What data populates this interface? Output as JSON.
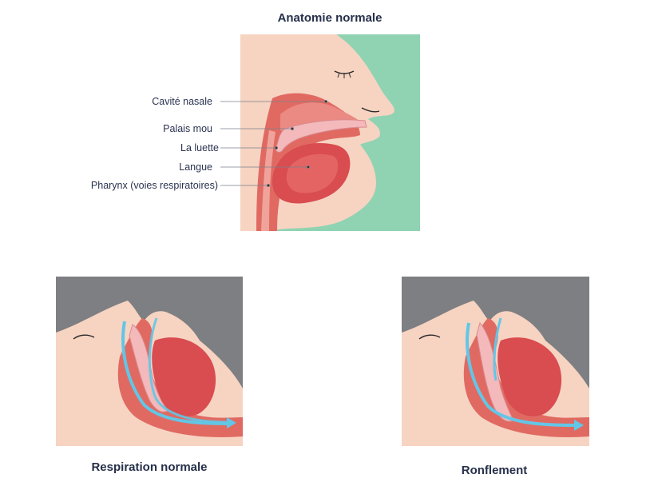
{
  "titles": {
    "top": "Anatomie normale",
    "left": "Respiration normale",
    "right": "Ronflement"
  },
  "labels": [
    {
      "id": "cavite",
      "text": "Cavité nasale"
    },
    {
      "id": "palais",
      "text": "Palais mou"
    },
    {
      "id": "luette",
      "text": "La luette"
    },
    {
      "id": "langue",
      "text": "Langue"
    },
    {
      "id": "pharynx",
      "text": "Pharynx (voies respiratoires)"
    }
  ],
  "colors": {
    "top_background": "#8fd3b2",
    "side_background": "#7d7f82",
    "skin": "#f7d3c2",
    "tissue": "#e06a62",
    "tissue_dark": "#c9444a",
    "palate": "#f3b9bb",
    "airflow": "#62c6e6",
    "text": "#26304a"
  }
}
